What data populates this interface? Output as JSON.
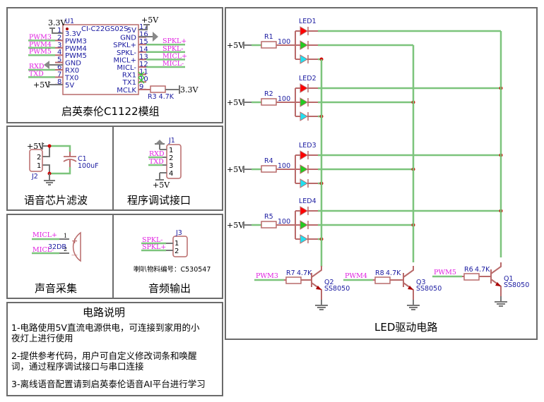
{
  "module_block": {
    "title": "启英泰伦C1122模组",
    "chip_ref": "U1",
    "chip_part": "CI-C22GS02S",
    "left_pins": [
      {
        "num": "1",
        "name": "3.3V",
        "net": "3.3V"
      },
      {
        "num": "2",
        "name": "PWM3",
        "net": "PWM3"
      },
      {
        "num": "3",
        "name": "PWM4",
        "net": "PWM4"
      },
      {
        "num": "4",
        "name": "PWM5",
        "net": "PWM5"
      },
      {
        "num": "5",
        "name": "GND",
        "net": ""
      },
      {
        "num": "6",
        "name": "RX0",
        "net": "RXD"
      },
      {
        "num": "7",
        "name": "TX0",
        "net": "TXD"
      },
      {
        "num": "8",
        "name": "5V",
        "net": "+5V"
      }
    ],
    "right_pins": [
      {
        "num": "17",
        "name": "5V",
        "net": "+5V"
      },
      {
        "num": "16",
        "name": "GND",
        "net": ""
      },
      {
        "num": "15",
        "name": "SPKL+",
        "net": "SPKL+"
      },
      {
        "num": "14",
        "name": "SPKL-",
        "net": "SPKL-"
      },
      {
        "num": "13",
        "name": "MICL+",
        "net": "MICL+"
      },
      {
        "num": "12",
        "name": "MICL-",
        "net": "MICL-"
      },
      {
        "num": "11",
        "name": "RX1",
        "net": ""
      },
      {
        "num": "10",
        "name": "TX1",
        "net": ""
      },
      {
        "num": "9",
        "name": "MCLK",
        "net": ""
      }
    ],
    "r3_label": "R3  4.7K",
    "r3_net": "3.3V"
  },
  "filter_block": {
    "title": "语音芯片滤波",
    "power": "+5V",
    "connector_ref": "J2",
    "connector_pins": [
      "2",
      "1"
    ],
    "cap_ref": "C1",
    "cap_value": "100uF"
  },
  "debug_block": {
    "title": "程序调试接口",
    "connector_ref": "J1",
    "pins": [
      "1",
      "2",
      "3",
      "4"
    ],
    "nets": [
      "RXD",
      "TXD"
    ],
    "power": "+5V"
  },
  "mic_block": {
    "title": "声音采集",
    "nets": [
      "MICL+",
      "MICL-"
    ],
    "pin_nums": [
      "1",
      "2"
    ],
    "value": "32DB",
    "plus": "+",
    "minus": "—"
  },
  "audio_block": {
    "title": "音频输出",
    "connector_ref": "J3",
    "nets": [
      "SPKL-",
      "SPKL+"
    ],
    "pins": [
      "1",
      "2"
    ],
    "part_note": "喇叭物料编号：C530547"
  },
  "notes_block": {
    "title": "电路说明",
    "lines": [
      "1-电路使用5V直流电源供电，可连接到家用的小",
      "夜灯上进行使用",
      "2-提供参考代码，用户可自定义修改词条和唤醒",
      "词，通过程序调试接口与串口连接",
      "3-离线语音配置请到启英泰伦语音AI平台进行学习"
    ]
  },
  "led_block": {
    "title": "LED驱动电路",
    "power": "+5V",
    "rows": [
      {
        "res_ref": "R1",
        "res_val": "100",
        "led_ref": "LED1"
      },
      {
        "res_ref": "R2",
        "res_val": "100",
        "led_ref": "LED2"
      },
      {
        "res_ref": "R4",
        "res_val": "100",
        "led_ref": "LED3"
      },
      {
        "res_ref": "R5",
        "res_val": "100",
        "led_ref": "LED4"
      }
    ],
    "drivers": [
      {
        "net": "PWM3",
        "res_ref": "R7",
        "res_val": "4.7K",
        "q_ref": "Q2",
        "q_part": "SS8050"
      },
      {
        "net": "PWM4",
        "res_ref": "R8",
        "res_val": "4.7K",
        "q_ref": "Q3",
        "q_part": "SS8050"
      },
      {
        "net": "PWM5",
        "res_ref": "R6",
        "res_val": "4.7K",
        "q_ref": "Q1",
        "q_part": "SS8050"
      }
    ],
    "led_colors": {
      "red": "#ff0000",
      "green": "#22cc22",
      "cyan": "#22e0f0"
    }
  }
}
